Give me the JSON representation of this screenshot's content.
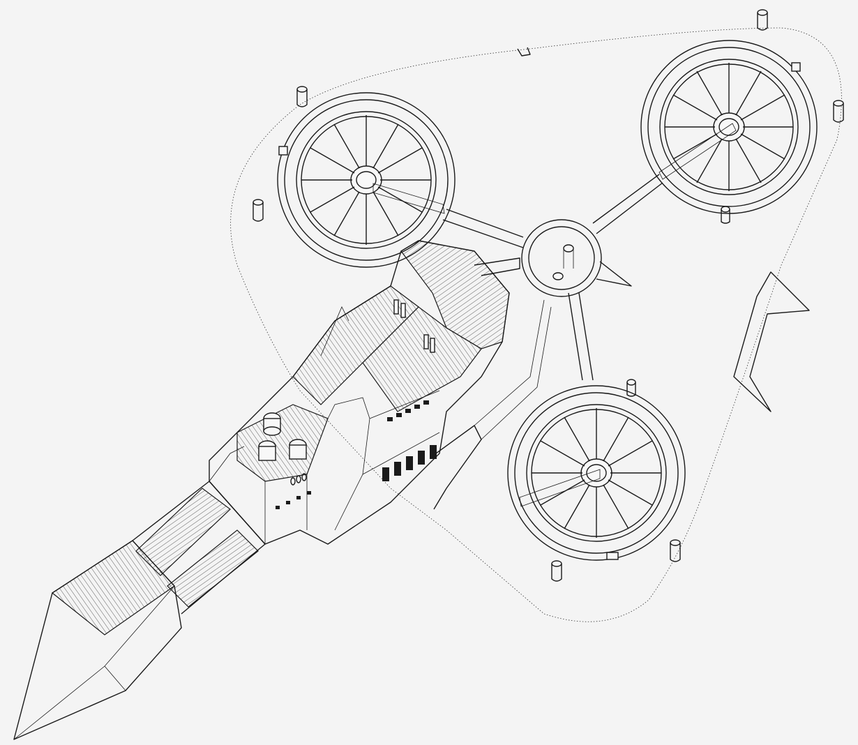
{
  "drawing": {
    "background_color": "#f4f4f4",
    "line_color": "#1a1a1a",
    "components": {
      "site_boundary": "site-boundary",
      "main_building": "main-building",
      "rotor_wheels": [
        "rotor-wheel-upper-left",
        "rotor-wheel-upper-right",
        "rotor-wheel-lower-right"
      ],
      "central_hub": "central-hub",
      "bollards": 8
    }
  }
}
